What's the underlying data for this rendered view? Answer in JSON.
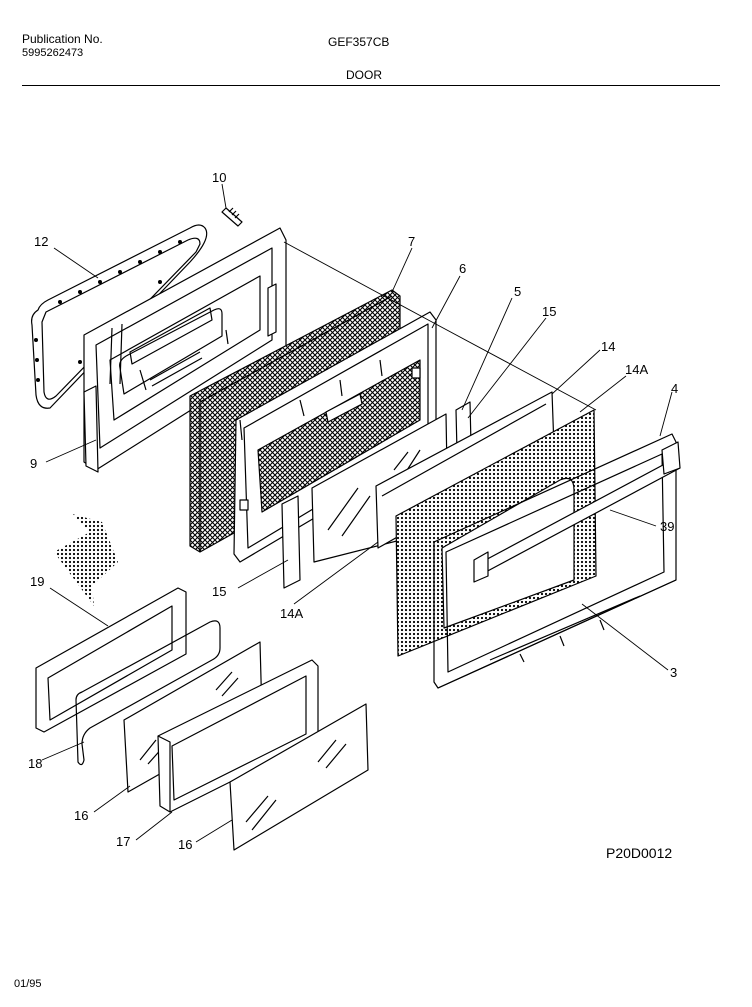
{
  "header": {
    "publication_label": "Publication No.",
    "publication_number": "5995262473",
    "model": "GEF357CB",
    "section": "DOOR"
  },
  "diagram_code": "P20D0012",
  "footer_date": "01/95",
  "callouts": {
    "c10": "10",
    "c12": "12",
    "c7": "7",
    "c6": "6",
    "c5": "5",
    "c15a": "15",
    "c14": "14",
    "c14Aa": "14A",
    "c4": "4",
    "c9": "9",
    "c39": "39",
    "c15b": "15",
    "c14Ab": "14A",
    "c19": "19",
    "c3": "3",
    "c18": "18",
    "c16a": "16",
    "c17": "17",
    "c16b": "16"
  }
}
